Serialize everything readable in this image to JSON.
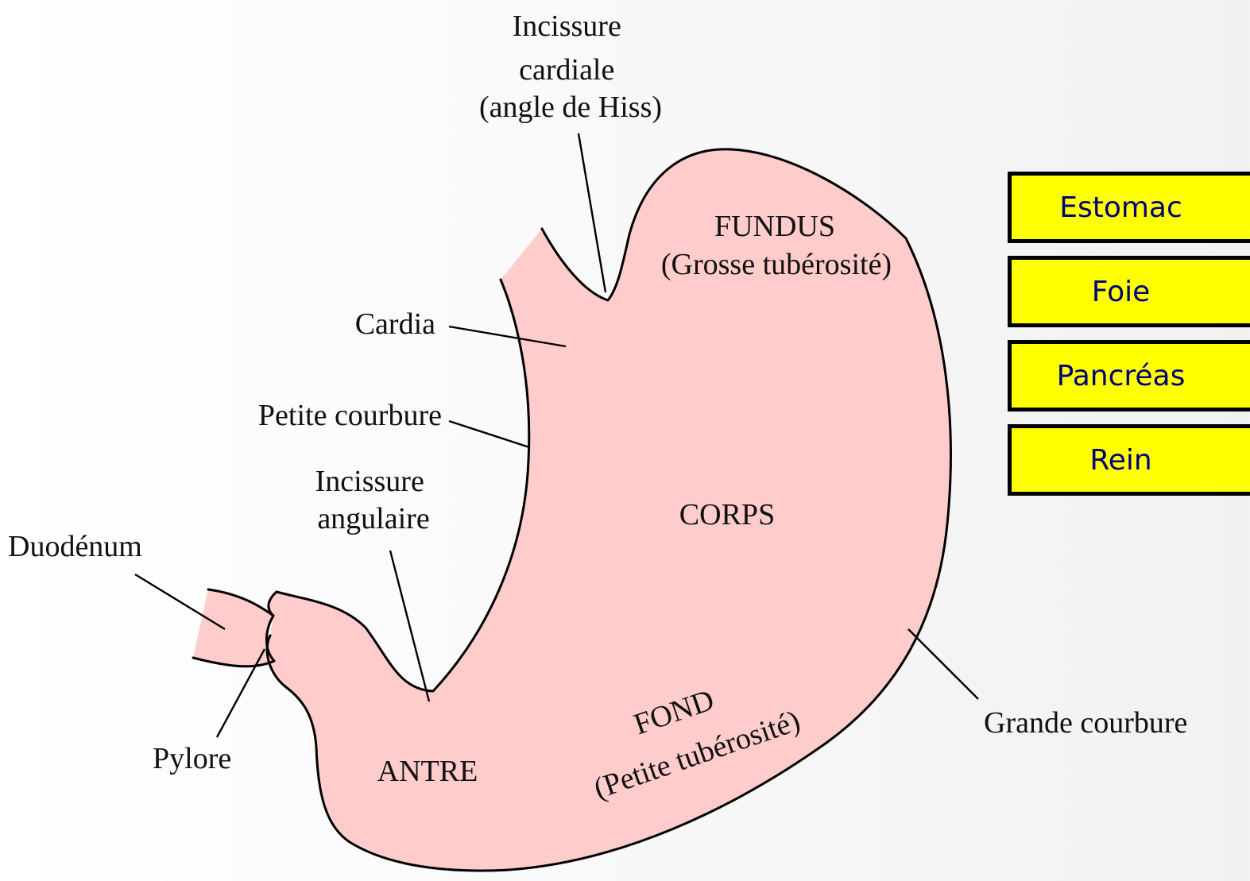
{
  "diagram": {
    "labels": {
      "incisure_cardiale": [
        "Incissure",
        "cardiale",
        "(angle de Hiss)"
      ],
      "fundus": "FUNDUS",
      "fundus_sub": "(Grosse tubérosité)",
      "cardia": "Cardia",
      "petite_courbure": "Petite courbure",
      "incisure_angulaire": [
        "Incissure",
        "angulaire"
      ],
      "corps": "CORPS",
      "duodenum": "Duodénum",
      "pylore": "Pylore",
      "antre": "ANTRE",
      "fond": "FOND",
      "fond_sub": "(Petite tubérosité)",
      "grande_courbure": "Grande courbure"
    },
    "colors": {
      "organ_fill": "#ffcccc",
      "outline": "#000000",
      "text": "#111111"
    }
  },
  "buttons": [
    {
      "label": "Estomac"
    },
    {
      "label": "Foie"
    },
    {
      "label": "Pancréas"
    },
    {
      "label": "Rein"
    }
  ],
  "button_colors": {
    "background": "#ffff00",
    "text": "#00007a",
    "border": "#000000"
  }
}
